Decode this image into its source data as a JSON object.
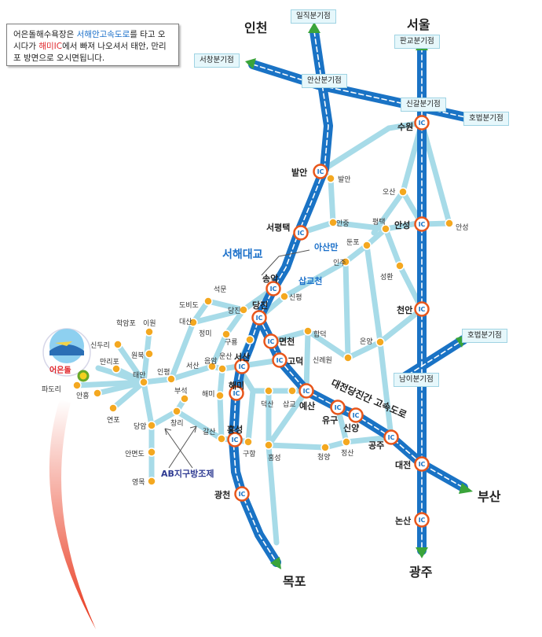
{
  "note": {
    "part1": "어은돌해수욕장은 ",
    "highway": "서해안고속도로",
    "part2": "를 타고 오시다가 ",
    "ic": "해미IC",
    "part3": "에서 빠져 나오셔서 태안, 만리포 방면으로 오시면됩니다."
  },
  "cities": {
    "incheon": "인천",
    "seoul": "서울",
    "busan": "부산",
    "gwangju": "광주",
    "mokpo": "목포"
  },
  "junctions": {
    "iljik": "일직분기점",
    "pangyo": "판교분기점",
    "seochang": "서창분기점",
    "ansan": "안산분기점",
    "singal": "신갈분기점",
    "hobeop1": "호법분기점",
    "hobeop2": "호법분기점",
    "nami": "남이분기점"
  },
  "ic_text": "IC",
  "ic_labels": {
    "suwon": "수원",
    "balan": "발안",
    "seopyeongtaek": "서평택",
    "anseong": "안성",
    "songak": "송악",
    "dangjin": "당진",
    "cheonan": "천안",
    "myeoncheon": "면천",
    "godeok": "고덕",
    "seosan": "서산",
    "haemi": "해미",
    "yesan": "예산",
    "yugu": "유구",
    "sinyang": "신양",
    "hongseong": "홍성",
    "gongju": "공주",
    "daejeon": "대전",
    "gwangcheon": "광천",
    "nonsan": "논산"
  },
  "towns": {
    "balan_s": "발안",
    "osan": "오산",
    "anseong_s": "안성",
    "anjung": "안중",
    "pyeongtaek": "평택",
    "dunpo": "둔포",
    "inju": "인주",
    "seonghwan": "성환",
    "sinpyeong": "신평",
    "seongmun": "석문",
    "dobido": "도비도",
    "daesan": "대산",
    "dangjin_s": "당진",
    "jeongmi": "정미",
    "hapdeok": "합덕",
    "gurye": "구룡",
    "eumam": "음암",
    "unsan": "운산",
    "onyang": "온양",
    "sinrewon": "신례원",
    "hakampo": "학암포",
    "iwon": "이원",
    "sinduri": "신두리",
    "wonbuk": "원북",
    "malipo": "만리포",
    "taean": "태안",
    "inpyeong": "인평",
    "seosan_s": "서산",
    "padori": "파도리",
    "anheung": "안흥",
    "buseok": "부석",
    "haemi_s": "해미",
    "deoksan": "덕산",
    "sapgyo": "삽교",
    "yeonpo": "연포",
    "changri": "창리",
    "danam": "당암",
    "galsan": "갈산",
    "gujang": "구항",
    "hongseong_s": "홍성",
    "cheongyang": "청양",
    "jeongsan": "정산",
    "anmyeondo": "안면도",
    "yeongmok": "영목"
  },
  "places": {
    "seohae_bridge": "서해대교",
    "asanman": "아산만",
    "sapgyocheon": "삽교천",
    "ab_dam": "AB지구방조제",
    "highway_label": "대전당진간 고속도로",
    "destination": "어은돌"
  },
  "colors": {
    "highway": "#1a73c5",
    "local_road": "#a7dbe8",
    "ic_ring": "#e8561b",
    "town_dot": "#f4a820",
    "arrow": "#e8361b"
  }
}
